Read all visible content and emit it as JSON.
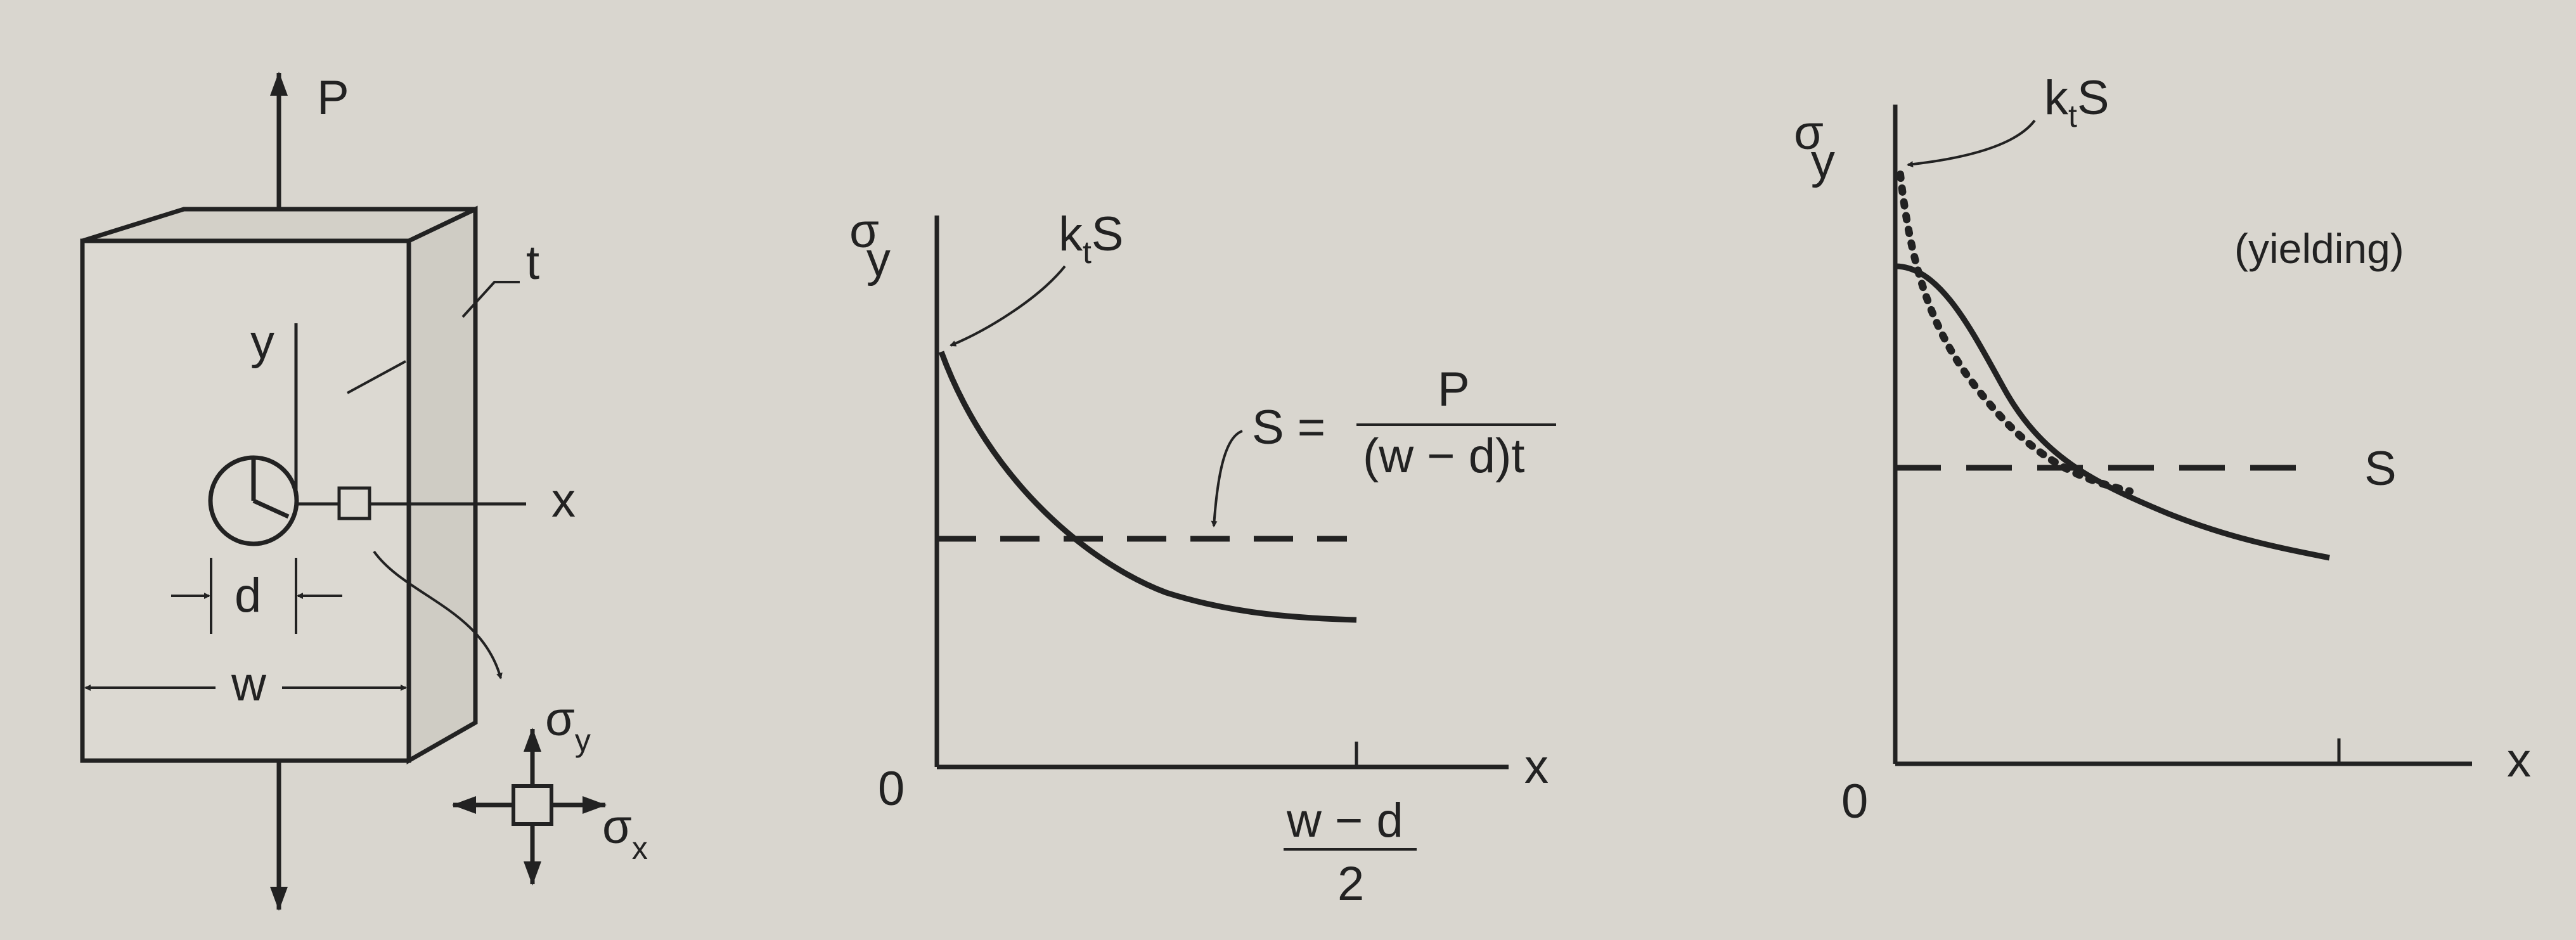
{
  "plate": {
    "load_label": "P",
    "thickness_label": "t",
    "y_label": "y",
    "x_label": "x",
    "hole_diameter_label": "d",
    "width_label": "w",
    "stress_element": {
      "sigma_y": {
        "base": "σ",
        "subscript": "y"
      },
      "sigma_x": {
        "base": "σ",
        "subscript": "x"
      }
    }
  },
  "plot_elastic": {
    "ylabel": {
      "base": "σ",
      "subscript": "y"
    },
    "peak_label": {
      "k": "k",
      "sub": "t",
      "S": "S"
    },
    "nominal_eq": {
      "lhs": "S =",
      "num": "P",
      "den": "(w − d)t"
    },
    "origin": "0",
    "xlabel": "x",
    "xend": {
      "num": "w − d",
      "den": "2"
    }
  },
  "plot_yielding": {
    "ylabel": {
      "base": "σ",
      "subscript": "y"
    },
    "peak_label": {
      "k": "k",
      "sub": "t",
      "S": "S"
    },
    "note": "(yielding)",
    "dashed_label": "S",
    "origin": "0",
    "xlabel": "x"
  },
  "colors": {
    "background": "#d9d6cf",
    "ink": "#222222"
  }
}
